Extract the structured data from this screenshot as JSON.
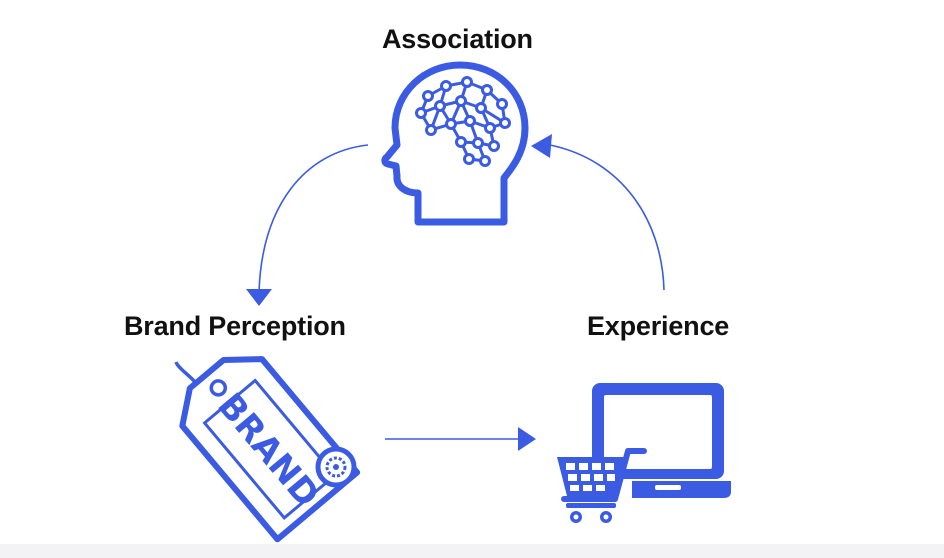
{
  "diagram": {
    "accent_color": "#3b5be3",
    "nodes": {
      "association": {
        "label": "Association",
        "icon": "head-brain-network-icon"
      },
      "brand_perception": {
        "label": "Brand Perception",
        "icon": "brand-tag-icon",
        "tag_text": "BRAND"
      },
      "experience": {
        "label": "Experience",
        "icon": "laptop-shopping-cart-icon"
      }
    },
    "edges": [
      {
        "from": "Association",
        "to": "Brand Perception"
      },
      {
        "from": "Brand Perception",
        "to": "Experience"
      },
      {
        "from": "Experience",
        "to": "Association"
      }
    ]
  }
}
